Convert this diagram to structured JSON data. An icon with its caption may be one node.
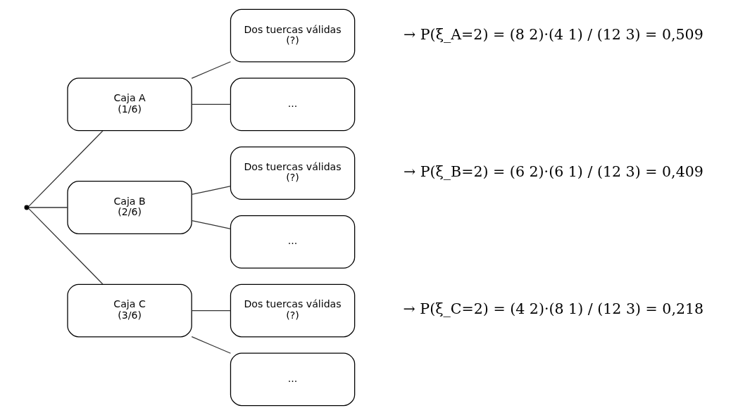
{
  "diagram": {
    "nodes": [
      {
        "text": [],
        "shape": "point"
      },
      {
        "text": [
          "Caja A",
          "(1/6)"
        ]
      },
      {
        "text": [
          "Dos tuercas válidas",
          "(?)"
        ],
        "beside": [
          "→ P(ξ_A=2) = (8 2)·(4 1) / (12 3) = 0,509"
        ]
      },
      {
        "text": [
          "..."
        ]
      },
      {
        "text": [
          "Caja B",
          "(2/6)"
        ]
      },
      {
        "text": [
          "Dos tuercas válidas",
          "(?)"
        ],
        "beside": [
          "→ P(ξ_B=2) = (6 2)·(6 1) / (12 3) = 0,409"
        ]
      },
      {
        "text": [
          "..."
        ]
      },
      {
        "text": [
          "Caja C",
          "(3/6)"
        ]
      },
      {
        "text": [
          "Dos tuercas válidas",
          "(?)"
        ],
        "beside": [
          "→ P(ξ_C=2) = (4 2)·(8 1) / (12 3) = 0,218"
        ]
      },
      {
        "text": [
          "..."
        ]
      }
    ],
    "edges": [
      {
        "from": 0,
        "to": 1,
        "arrow": "none"
      },
      {
        "from": 0,
        "to": 4,
        "arrow": "none"
      },
      {
        "from": 0,
        "to": 7,
        "arrow": "none"
      },
      {
        "from": 1,
        "to": 2,
        "arrow": "none"
      },
      {
        "from": 1,
        "to": 3,
        "arrow": "none"
      },
      {
        "from": 4,
        "to": 5,
        "arrow": "none"
      },
      {
        "from": 4,
        "to": 6,
        "arrow": "none"
      },
      {
        "from": 7,
        "to": 8,
        "arrow": "none"
      },
      {
        "from": 7,
        "to": 9,
        "arrow": "none"
      }
    ]
  }
}
